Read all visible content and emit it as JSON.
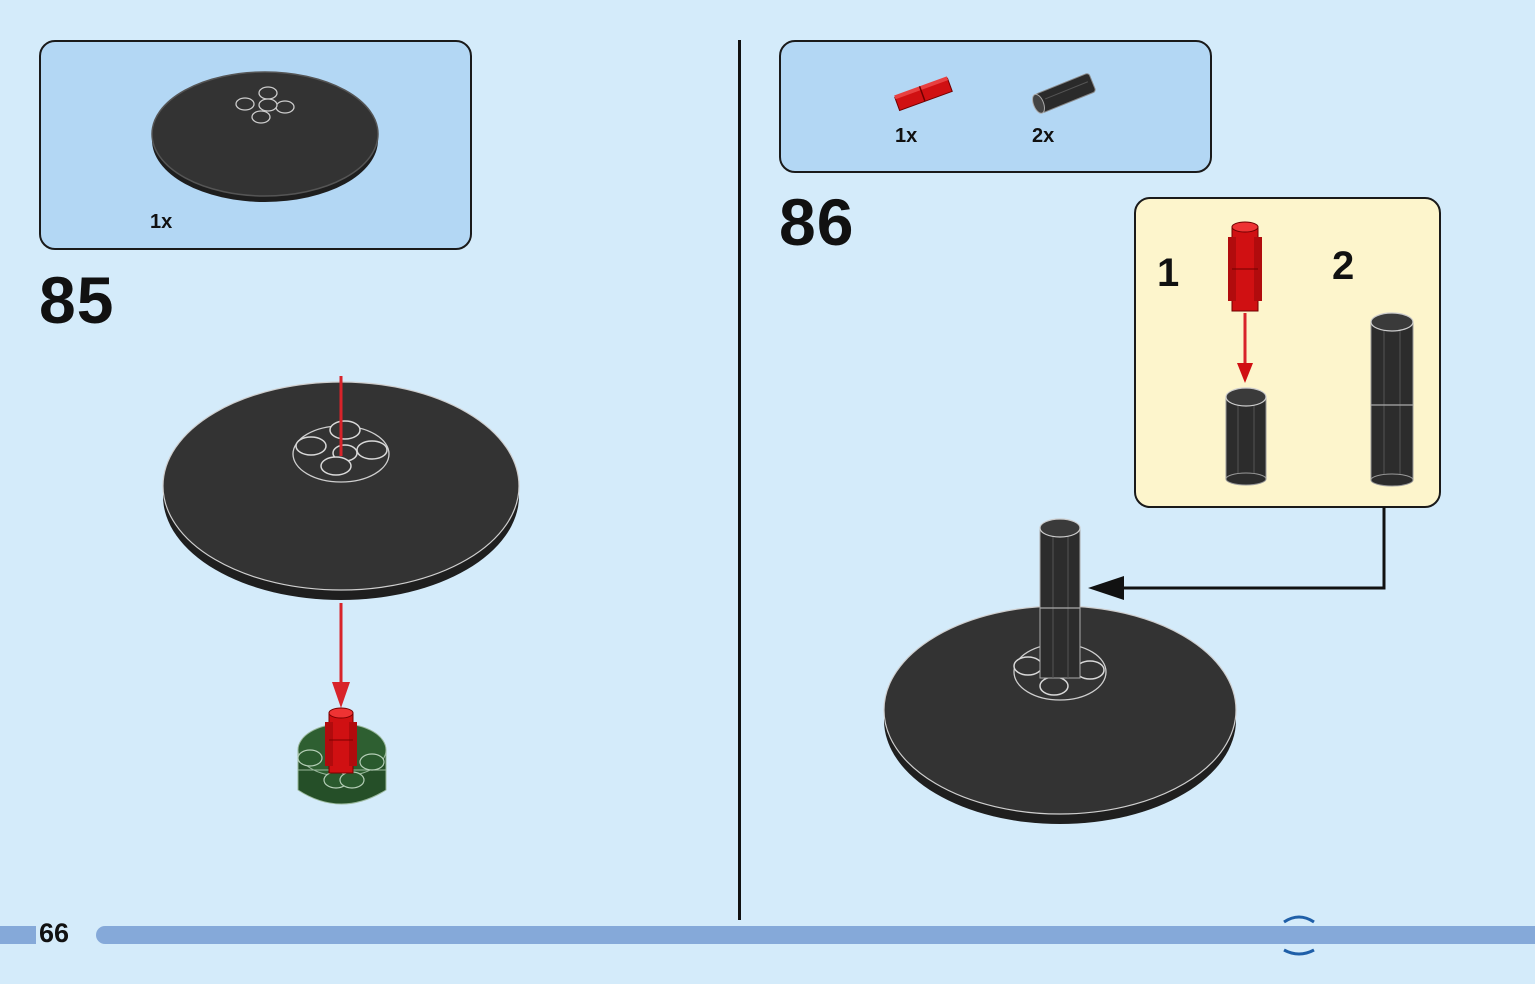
{
  "page": {
    "number": "66"
  },
  "steps": [
    {
      "number": "85",
      "parts": [
        {
          "name": "round-plate-black",
          "quantity": "1x"
        }
      ]
    },
    {
      "number": "86",
      "parts": [
        {
          "name": "axle-red",
          "quantity": "1x"
        },
        {
          "name": "axle-connector-black",
          "quantity": "2x"
        }
      ],
      "substeps": [
        {
          "number": "1"
        },
        {
          "number": "2"
        }
      ]
    }
  ],
  "colors": {
    "background": "#d4ebfa",
    "parts_box": "#b3d7f4",
    "sub_box": "#fdf5cc",
    "brick_black": "#2f2f2f",
    "brick_red": "#d01012",
    "brick_green": "#2a5a2e",
    "arrow_red": "#d8232a",
    "footer_bar": "#85a9d9"
  }
}
